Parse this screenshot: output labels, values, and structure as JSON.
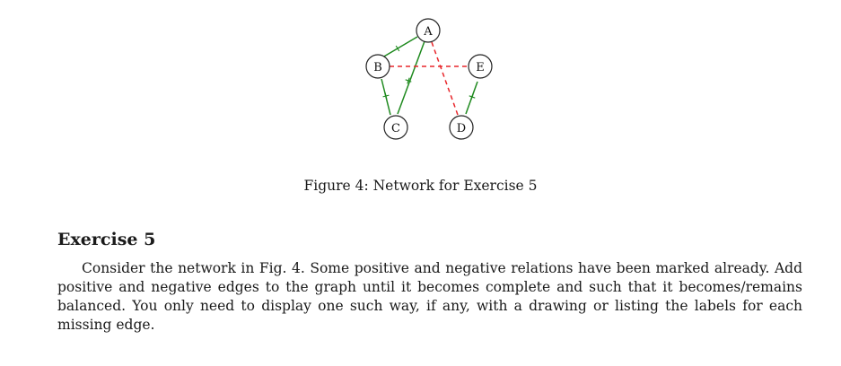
{
  "figure": {
    "nodes": [
      "A",
      "B",
      "C",
      "D",
      "E"
    ],
    "positive_marker": "+",
    "edges": [
      {
        "from": "A",
        "to": "B",
        "sign": "positive"
      },
      {
        "from": "A",
        "to": "C",
        "sign": "positive"
      },
      {
        "from": "B",
        "to": "C",
        "sign": "positive"
      },
      {
        "from": "D",
        "to": "E",
        "sign": "positive"
      },
      {
        "from": "B",
        "to": "E",
        "sign": "negative"
      },
      {
        "from": "A",
        "to": "D",
        "sign": "negative"
      }
    ],
    "colors": {
      "positive": "#1f8a1f",
      "negative": "#e8262b"
    },
    "caption": "Figure 4: Network for Exercise 5"
  },
  "exercise": {
    "title": "Exercise 5",
    "body": "Consider the network in Fig. 4. Some positive and negative relations have been marked already. Add positive and negative edges to the graph until it becomes complete and such that it becomes/remains balanced. You only need to display one such way, if any, with a drawing or listing the labels for each missing edge."
  }
}
